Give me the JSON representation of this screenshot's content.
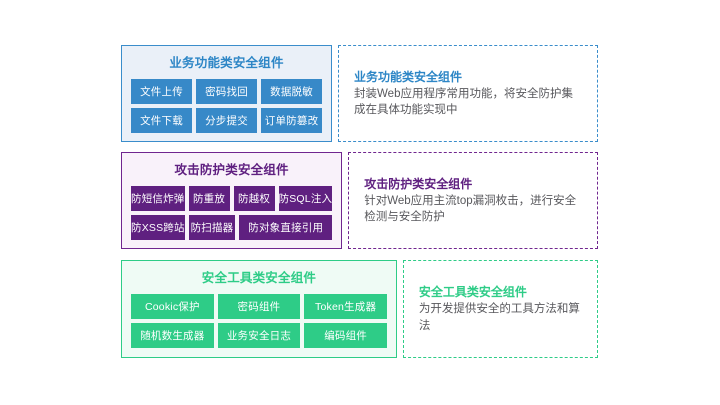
{
  "sections": [
    {
      "id": "business-function",
      "theme": "blue",
      "accent": "#3789c8",
      "card_title": "业务功能类安全组件",
      "chip_rows": [
        [
          "文件上传",
          "密码找回",
          "数据脱敏"
        ],
        [
          "文件下载",
          "分步提交",
          "订单防篡改"
        ]
      ],
      "desc_title": "业务功能类安全组件",
      "desc_body": "封装Web应用程序常用功能，将安全防护集成在具体功能实现中"
    },
    {
      "id": "attack-protection",
      "theme": "purple",
      "accent": "#5f2080",
      "card_title": "攻击防护类安全组件",
      "chip_rows": [
        [
          "防短信炸弹",
          "防重放",
          "防越权",
          "防SQL注入"
        ],
        [
          "防XSS跨站",
          "防扫描器",
          "防对象直接引用"
        ]
      ],
      "desc_title": "攻击防护类安全组件",
      "desc_body": "针对Web应用主流top漏洞枚击，进行安全检测与安全防护"
    },
    {
      "id": "security-tools",
      "theme": "green",
      "accent": "#2ecc87",
      "card_title": "安全工具类安全组件",
      "chip_rows": [
        [
          "Cookic保护",
          "密码组件",
          "Token生成器"
        ],
        [
          "随机数生成器",
          "业务安全日志",
          "编码组件"
        ]
      ],
      "desc_title": "安全工具类安全组件",
      "desc_body": "为开发提供安全的工具方法和算法"
    }
  ]
}
